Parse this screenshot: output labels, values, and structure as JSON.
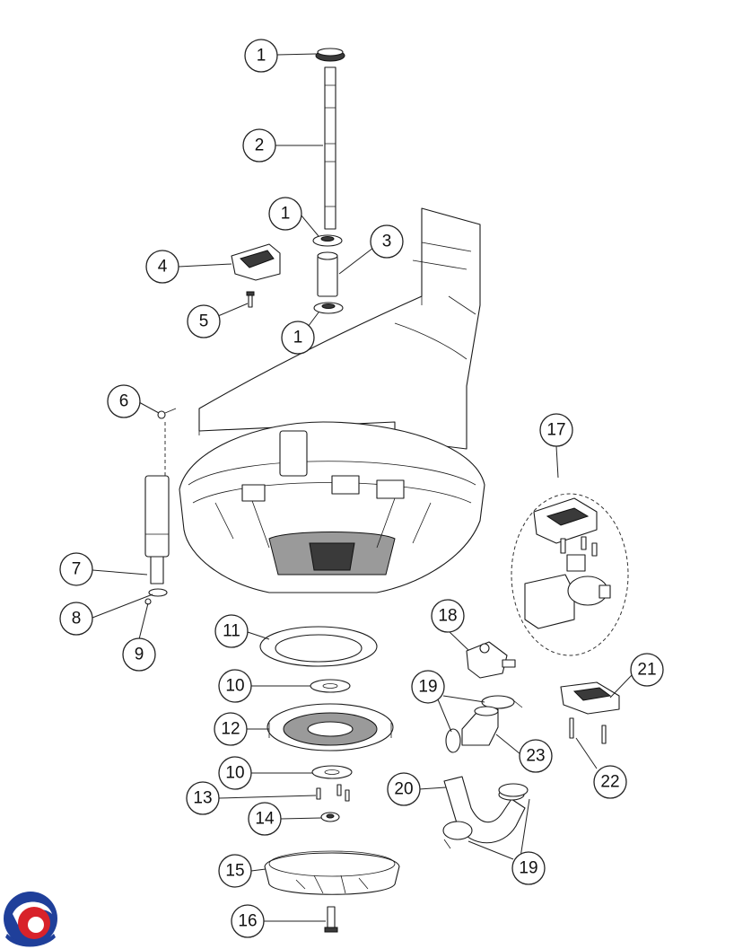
{
  "diagram": {
    "callouts": [
      "1",
      "2",
      "1",
      "3",
      "4",
      "5",
      "1",
      "6",
      "7",
      "8",
      "9",
      "11",
      "10",
      "12",
      "10",
      "13",
      "14",
      "15",
      "16",
      "17",
      "18",
      "19",
      "23",
      "20",
      "19",
      "21",
      "22"
    ]
  },
  "brand": {
    "logo_colors": [
      "#1f3f9a",
      "#d8222a"
    ]
  }
}
